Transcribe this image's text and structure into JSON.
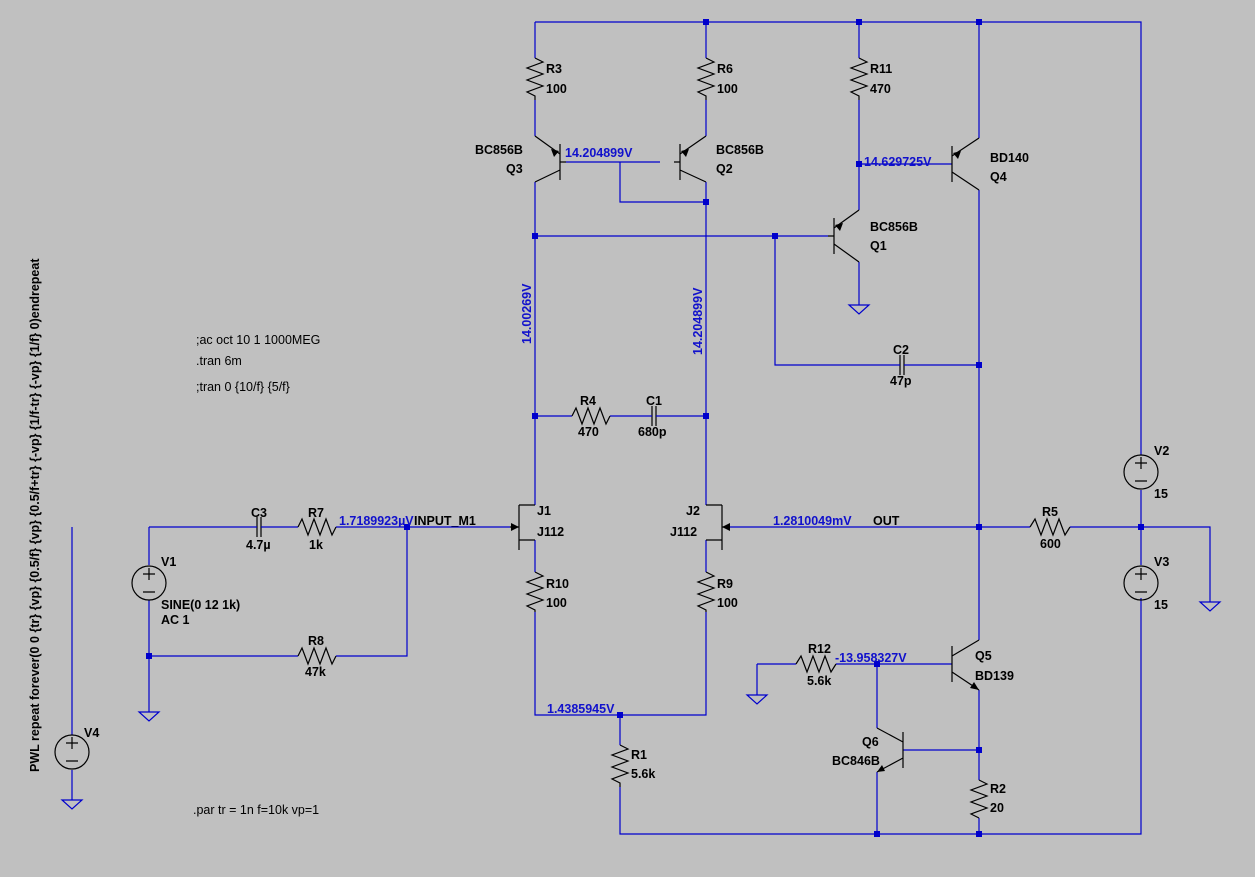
{
  "colors": {
    "background": "#c0c0c0",
    "wire": "#0000cc",
    "component": "#000000",
    "voltage_label": "#1111cc"
  },
  "components": {
    "R3": {
      "name": "R3",
      "value": "100"
    },
    "R6": {
      "name": "R6",
      "value": "100"
    },
    "R11": {
      "name": "R11",
      "value": "470"
    },
    "R4": {
      "name": "R4",
      "value": "470"
    },
    "C1": {
      "name": "C1",
      "value": "680p"
    },
    "C2": {
      "name": "C2",
      "value": "47p"
    },
    "C3": {
      "name": "C3",
      "value": "4.7µ"
    },
    "R7": {
      "name": "R7",
      "value": "1k"
    },
    "R8": {
      "name": "R8",
      "value": "47k"
    },
    "R10": {
      "name": "R10",
      "value": "100"
    },
    "R9": {
      "name": "R9",
      "value": "100"
    },
    "R1": {
      "name": "R1",
      "value": "5.6k"
    },
    "R12": {
      "name": "R12",
      "value": "5.6k"
    },
    "R2": {
      "name": "R2",
      "value": "20"
    },
    "R5": {
      "name": "R5",
      "value": "600"
    },
    "Q3": {
      "name": "Q3",
      "model": "BC856B"
    },
    "Q2": {
      "name": "Q2",
      "model": "BC856B"
    },
    "Q1": {
      "name": "Q1",
      "model": "BC856B"
    },
    "Q4": {
      "name": "Q4",
      "model": "BD140"
    },
    "Q5": {
      "name": "Q5",
      "model": "BD139"
    },
    "Q6": {
      "name": "Q6",
      "model": "BC846B"
    },
    "J1": {
      "name": "J1",
      "model": "J112"
    },
    "J2": {
      "name": "J2",
      "model": "J112"
    },
    "V1": {
      "name": "V1",
      "value": "SINE(0 12 1k)",
      "ac": "AC 1"
    },
    "V2": {
      "name": "V2",
      "value": "15"
    },
    "V3": {
      "name": "V3",
      "value": "15"
    },
    "V4": {
      "name": "V4",
      "value": "PWL repeat forever(0 0 {tr} {vp} {0.5/f} {vp} {0.5/f+tr} {-vp} {1/f-tr} {-vp} {1/f} 0)endrepeat"
    }
  },
  "voltages": {
    "q3_base": "14.204899V",
    "q4_base": "14.629725V",
    "left_drain": "14.00269V",
    "right_drain": "14.204899V",
    "input": "1.7189923µV",
    "output": "1.2810049mV",
    "q5_base": "-13.958327V",
    "tail": "1.4385945V"
  },
  "net_labels": {
    "input": "INPUT_M1",
    "output": "OUT"
  },
  "directives": {
    "ac": ";ac oct 10 1 1000MEG",
    "tran": ".tran 6m",
    "tran_alt": ";tran 0 {10/f} {5/f}",
    "param": ".par tr = 1n f=10k vp=1"
  }
}
